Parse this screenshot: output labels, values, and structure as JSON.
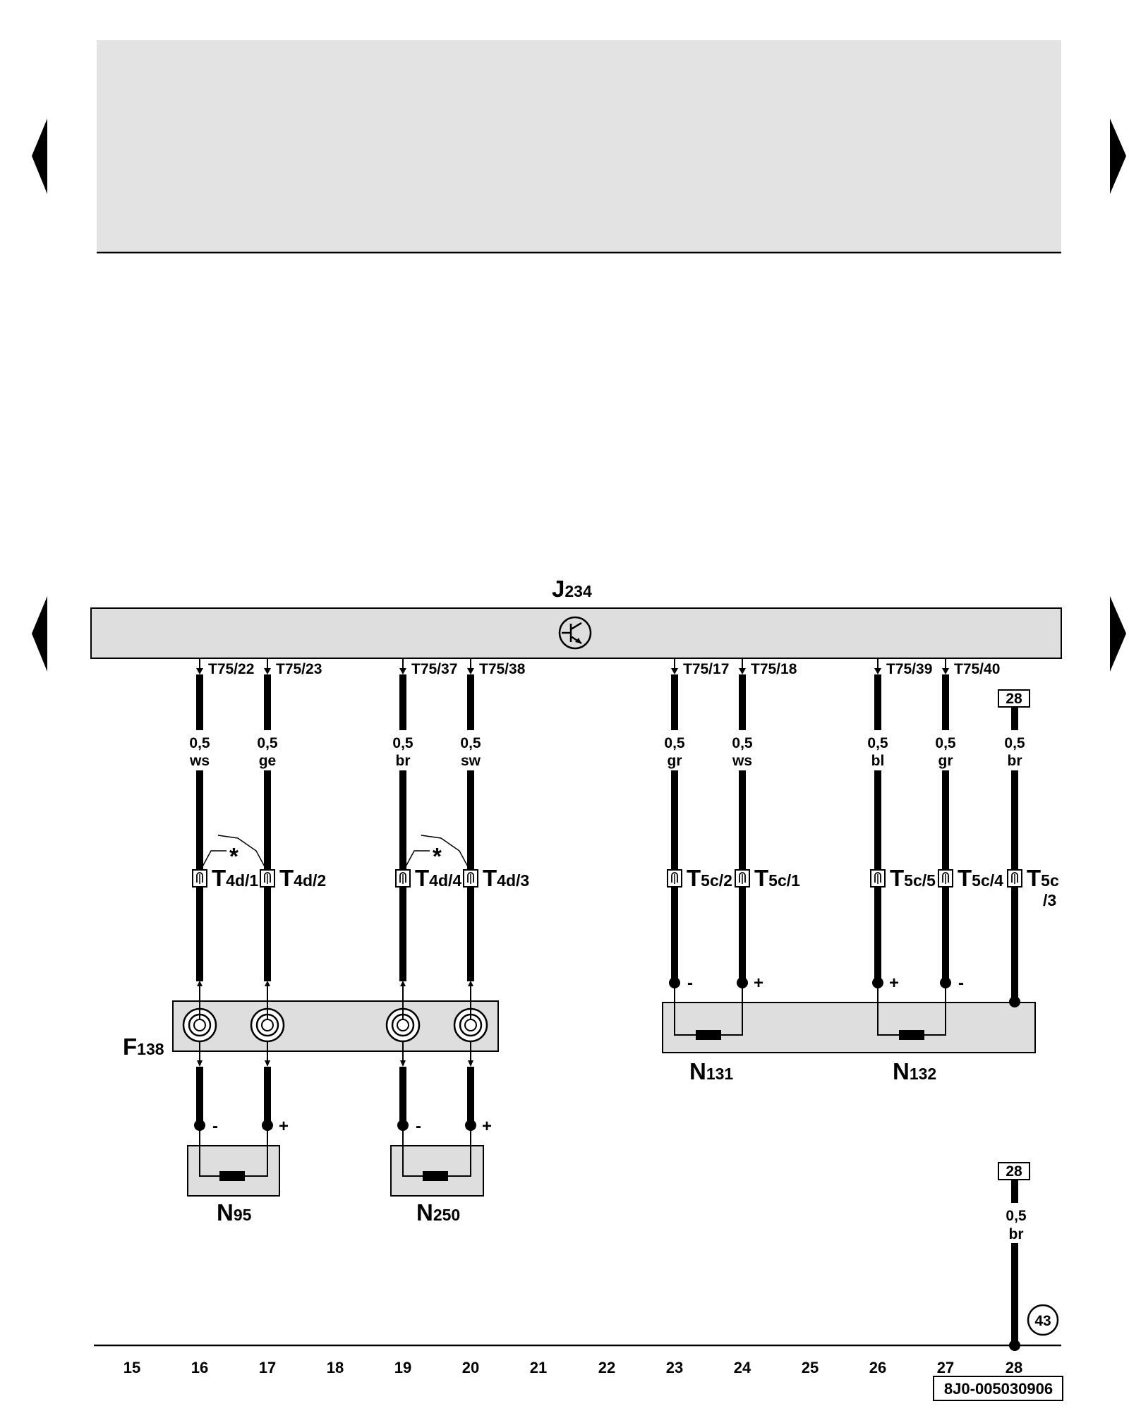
{
  "control_unit": {
    "code": "J",
    "sub": "234"
  },
  "pins_top": [
    "T75/22",
    "T75/23",
    "T75/37",
    "T75/38",
    "T75/17",
    "T75/18",
    "T75/39",
    "T75/40"
  ],
  "wires": [
    {
      "size": "0,5",
      "color": "ws"
    },
    {
      "size": "0,5",
      "color": "ge"
    },
    {
      "size": "0,5",
      "color": "br"
    },
    {
      "size": "0,5",
      "color": "sw"
    },
    {
      "size": "0,5",
      "color": "gr"
    },
    {
      "size": "0,5",
      "color": "ws"
    },
    {
      "size": "0,5",
      "color": "bl"
    },
    {
      "size": "0,5",
      "color": "gr"
    },
    {
      "size": "0,5",
      "color": "br"
    }
  ],
  "ref_box": "28",
  "connectors": [
    {
      "code": "T",
      "sub": "4d/1"
    },
    {
      "code": "T",
      "sub": "4d/2"
    },
    {
      "code": "T",
      "sub": "4d/4"
    },
    {
      "code": "T",
      "sub": "4d/3"
    },
    {
      "code": "T",
      "sub": "5c/2"
    },
    {
      "code": "T",
      "sub": "5c/1"
    },
    {
      "code": "T",
      "sub": "5c/5"
    },
    {
      "code": "T",
      "sub": "5c/4"
    },
    {
      "code": "T",
      "sub": "5c",
      "sub2": "/3"
    }
  ],
  "star": "*",
  "polarity": {
    "minus": "-",
    "plus": "+"
  },
  "components": {
    "f138": {
      "code": "F",
      "sub": "138"
    },
    "n95": {
      "code": "N",
      "sub": "95"
    },
    "n250": {
      "code": "N",
      "sub": "250"
    },
    "n131": {
      "code": "N",
      "sub": "131"
    },
    "n132": {
      "code": "N",
      "sub": "132"
    }
  },
  "lower_wire": {
    "box": "28",
    "size": "0,5",
    "color": "br"
  },
  "ground_point": "43",
  "columns": [
    "15",
    "16",
    "17",
    "18",
    "19",
    "20",
    "21",
    "22",
    "23",
    "24",
    "25",
    "26",
    "27",
    "28"
  ],
  "doc_code": "8J0-005030906"
}
